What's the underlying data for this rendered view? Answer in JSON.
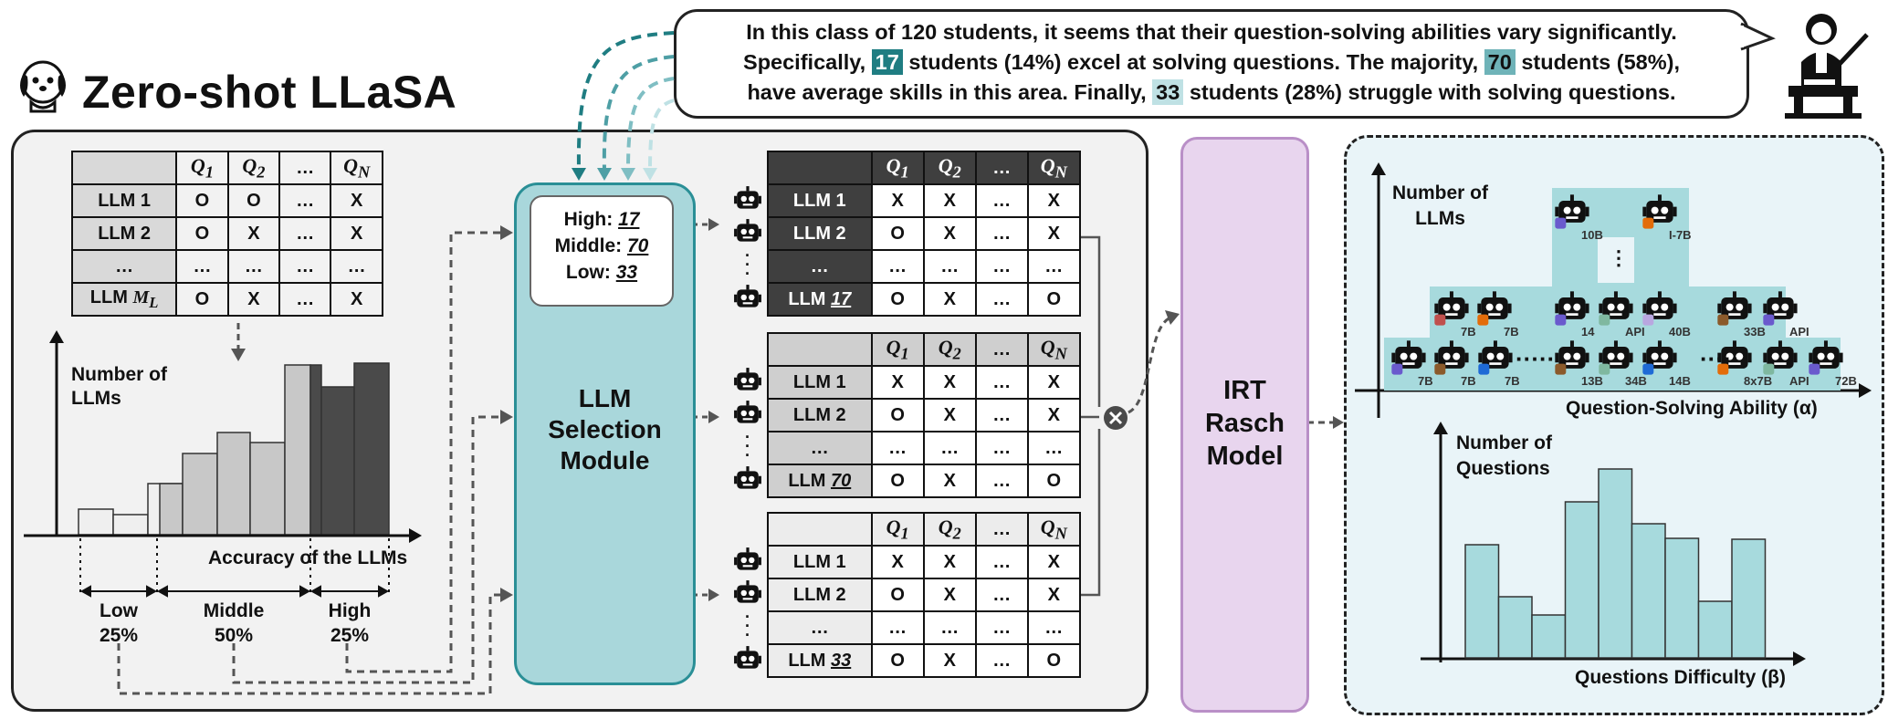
{
  "title": "Zero-shot LLaSA",
  "speech": {
    "line1": "In this class of 120 students, it seems that their question-solving abilities vary significantly.",
    "line2_a": "Specifically,",
    "line2_n1": "17",
    "line2_b": "students (14%) excel at solving questions. The majority,",
    "line2_n2": "70",
    "line2_c": "students (58%),",
    "line3_a": "have average skills in this area. Finally,",
    "line3_n3": "33",
    "line3_b": "students (28%) struggle with solving questions."
  },
  "matrix": {
    "headers": [
      "",
      "Q1",
      "Q2",
      "…",
      "QN"
    ],
    "rows": [
      [
        "LLM 1",
        "O",
        "O",
        "…",
        "X"
      ],
      [
        "LLM 2",
        "O",
        "X",
        "…",
        "X"
      ],
      [
        "…",
        "…",
        "…",
        "…",
        "…"
      ],
      [
        "LLM ML",
        "O",
        "X",
        "…",
        "X"
      ]
    ]
  },
  "histogram": {
    "ylabel_1": "Number of",
    "ylabel_2": "LLMs",
    "xlabel": "Accuracy of the LLMs",
    "groups": [
      {
        "name": "Low",
        "pct": "25%"
      },
      {
        "name": "Middle",
        "pct": "50%"
      },
      {
        "name": "High",
        "pct": "25%"
      }
    ]
  },
  "selection_module": {
    "high_label": "High:",
    "high_val": "17",
    "middle_label": "Middle:",
    "middle_val": "70",
    "low_label": "Low:",
    "low_val": "33",
    "name_1": "LLM",
    "name_2": "Selection",
    "name_3": "Module"
  },
  "subtables": [
    {
      "headers": [
        "",
        "Q1",
        "Q2",
        "…",
        "QN"
      ],
      "rows": [
        [
          "LLM 1",
          "X",
          "X",
          "…",
          "X"
        ],
        [
          "LLM 2",
          "O",
          "X",
          "…",
          "X"
        ],
        [
          "…",
          "…",
          "…",
          "…",
          "…"
        ],
        [
          "LLM 17",
          "O",
          "X",
          "…",
          "O"
        ]
      ],
      "last_label": "LLM",
      "last_num": "17"
    },
    {
      "headers": [
        "",
        "Q1",
        "Q2",
        "…",
        "QN"
      ],
      "rows": [
        [
          "LLM 1",
          "X",
          "X",
          "…",
          "X"
        ],
        [
          "LLM 2",
          "O",
          "X",
          "…",
          "X"
        ],
        [
          "…",
          "…",
          "…",
          "…",
          "…"
        ],
        [
          "LLM 70",
          "O",
          "X",
          "…",
          "O"
        ]
      ],
      "last_label": "LLM",
      "last_num": "70"
    },
    {
      "headers": [
        "",
        "Q1",
        "Q2",
        "…",
        "QN"
      ],
      "rows": [
        [
          "LLM 1",
          "X",
          "X",
          "…",
          "X"
        ],
        [
          "LLM 2",
          "O",
          "X",
          "…",
          "X"
        ],
        [
          "…",
          "…",
          "…",
          "…",
          "…"
        ],
        [
          "LLM 33",
          "O",
          "X",
          "…",
          "O"
        ]
      ],
      "last_label": "LLM",
      "last_num": "33"
    }
  ],
  "irt": {
    "line1": "IRT",
    "line2": "Rasch",
    "line3": "Model"
  },
  "ability_chart": {
    "ylabel_1": "Number of",
    "ylabel_2": "LLMs",
    "xlabel": "Question-Solving Ability (α)",
    "labels_row1": [
      "7B",
      "7B",
      "7B",
      "13B",
      "34B",
      "14B",
      "8x7B",
      "API",
      "72B"
    ],
    "labels_row2": [
      "7B",
      "7B",
      "14",
      "API",
      "40B",
      "33B",
      "API"
    ],
    "labels_row3": [
      "10B",
      "I-7B"
    ]
  },
  "difficulty_chart": {
    "ylabel_1": "Number of",
    "ylabel_2": "Questions",
    "xlabel": "Questions Difficulty (β)"
  },
  "colors": {
    "teal_dark": "#1f7d82",
    "teal_mid": "#6fb3b8",
    "teal_light": "#bfe1e4",
    "irt": "#e8d5ee"
  }
}
